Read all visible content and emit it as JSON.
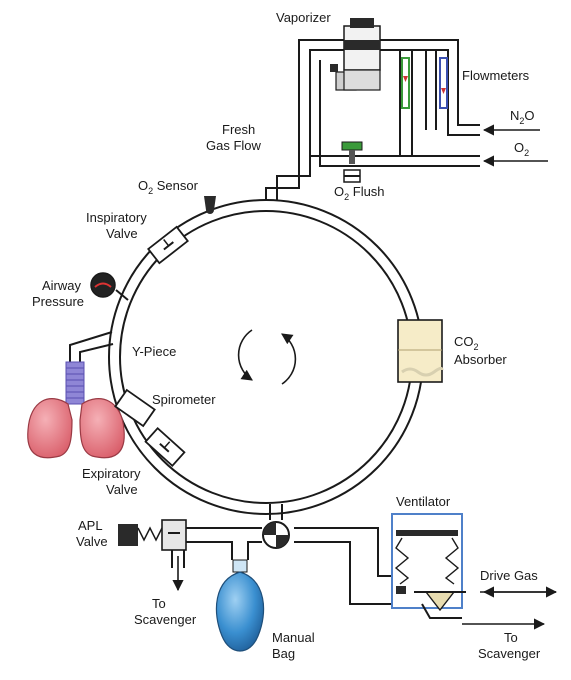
{
  "labels": {
    "vaporizer": "Vaporizer",
    "flowmeters": "Flowmeters",
    "n2o_main": "N",
    "n2o_sub": "2",
    "n2o_end": "O",
    "o2_main": "O",
    "o2_sub": "2",
    "fresh_gas_1": "Fresh",
    "fresh_gas_2": "Gas Flow",
    "o2_sensor_main": "O",
    "o2_sensor_sub": "2",
    "o2_sensor_end": " Sensor",
    "o2_flush_main": "O",
    "o2_flush_sub": "2",
    "o2_flush_end": " Flush",
    "inspiratory_1": "Inspiratory",
    "inspiratory_2": "Valve",
    "airway_1": "Airway",
    "airway_2": "Pressure",
    "ypiece": "Y-Piece",
    "spirometer": "Spirometer",
    "expiratory_1": "Expiratory",
    "expiratory_2": "Valve",
    "co2_main": "CO",
    "co2_sub": "2",
    "co2_line2": "Absorber",
    "apl_1": "APL",
    "apl_2": "Valve",
    "to_scavenger_1a": "To",
    "to_scavenger_1b": "Scavenger",
    "manual_bag_1": "Manual",
    "manual_bag_2": "Bag",
    "ventilator": "Ventilator",
    "drive_gas": "Drive Gas",
    "to_scavenger_2a": "To",
    "to_scavenger_2b": "Scavenger"
  },
  "colors": {
    "pipe": "#1a1a1a",
    "lung": "#e0707a",
    "trachea": "#8f86d6",
    "bag": "#3a8fd0",
    "absorber": "#f6ecc8",
    "ventilator_border": "#4f80c9",
    "flowmeter_green": "#3a9a3a",
    "flowmeter_blue": "#3a4fb0",
    "gauge_red": "#d33"
  },
  "icons": [
    "vaporizer-icon",
    "flowmeter-icon",
    "gauge-icon",
    "lungs-icon",
    "bag-icon",
    "valve-icon",
    "bellows-icon",
    "rotation-arrows-icon"
  ]
}
